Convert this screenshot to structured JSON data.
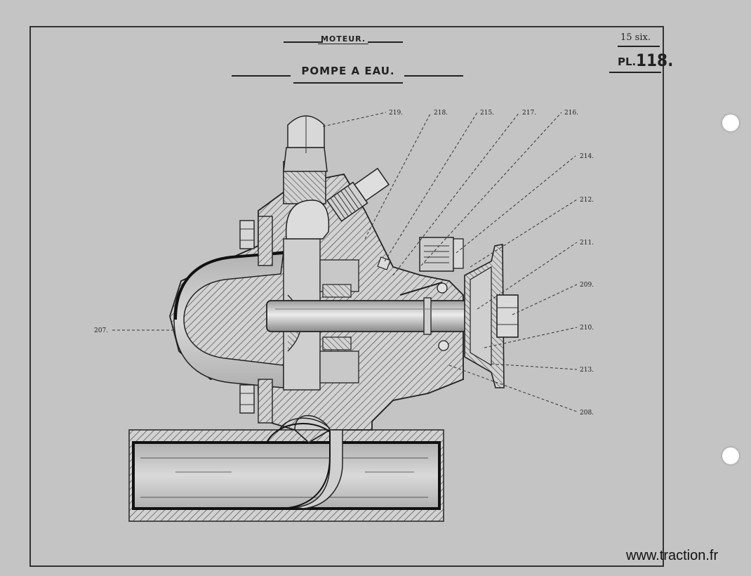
{
  "header": {
    "section_title": "MOTEUR.",
    "main_title": "POMPE A EAU.",
    "model": "15 six.",
    "plate_prefix": "PL.",
    "plate_number": "118."
  },
  "callouts": [
    {
      "id": "219",
      "text": "219."
    },
    {
      "id": "218",
      "text": "218."
    },
    {
      "id": "215",
      "text": "215."
    },
    {
      "id": "217",
      "text": "217."
    },
    {
      "id": "216",
      "text": "216."
    },
    {
      "id": "214",
      "text": "214."
    },
    {
      "id": "212",
      "text": "212."
    },
    {
      "id": "211",
      "text": "211."
    },
    {
      "id": "209",
      "text": "209."
    },
    {
      "id": "210",
      "text": "210."
    },
    {
      "id": "213",
      "text": "213."
    },
    {
      "id": "208",
      "text": "208."
    },
    {
      "id": "207",
      "text": "207."
    }
  ],
  "watermark": "www.traction.fr",
  "colors": {
    "paper": "#c4c4c4",
    "ink": "#222222",
    "hatch": "#555555"
  }
}
